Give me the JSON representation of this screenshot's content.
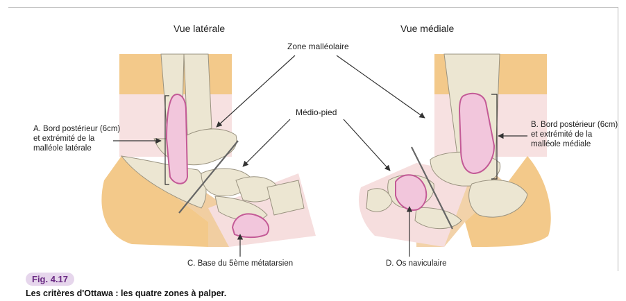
{
  "views": {
    "lateral_title": "Vue latérale",
    "medial_title": "Vue médiale"
  },
  "labels": {
    "zone_malleolaire": "Zone malléolaire",
    "medio_pied": "Médio-pied",
    "a_line1": "A. Bord postérieur (6cm)",
    "a_line2": "et extrémité de la",
    "a_line3": "malléole latérale",
    "b_line1": "B. Bord postérieur (6cm)",
    "b_line2": "et extrémité de la",
    "b_line3": "malléole médiale",
    "c_label": "C. Base du 5ème métatarsien",
    "d_label": "D. Os naviculaire"
  },
  "figure": {
    "number": "Fig. 4.17",
    "caption": "Les critères d'Ottawa : les quatre zones à palper."
  },
  "colors": {
    "skin": "#f3c98a",
    "skin_dark": "#e7ad63",
    "bone": "#ece6d2",
    "highlight": "#f2c6dc",
    "highlight_edge": "#c35a96",
    "badge_bg": "#e6d6ec",
    "badge_text": "#6a2a83"
  }
}
